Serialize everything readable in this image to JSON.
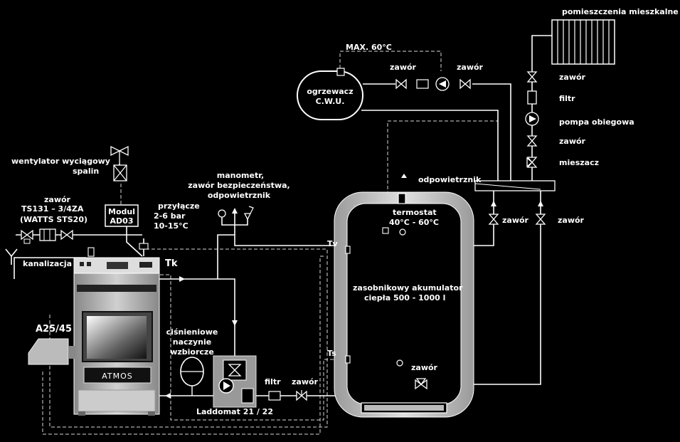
{
  "labels": {
    "rooms": "pomieszczenia mieszkalne",
    "max_temp": "MAX. 60°C",
    "valve_top_left": "zawór",
    "valve_top_right": "zawór",
    "heater_line1": "ogrzewacz",
    "heater_line2": "C.W.U.",
    "valve_right_1": "zawór",
    "filter_right": "filtr",
    "pump": "pompa obiegowa",
    "valve_right_2": "zawór",
    "mixer": "mieszacz",
    "vent": "odpowietrznik",
    "valve_mid": "zawór",
    "valve_far_right": "zawór",
    "thermostat_line1": "termostat",
    "thermostat_line2": "40°C - 60°C",
    "tv": "Tv",
    "ts": "Ts",
    "accumulator_line1": "zasobnikowy akumulator",
    "accumulator_line2": "ciepła 500 - 1000 l",
    "valve_bottom": "zawór",
    "fan_line1": "wentylator wyciągowy",
    "fan_line2": "spalin",
    "manometer_line1": "manometr,",
    "manometer_line2": "zawór bezpieczeństwa,",
    "manometer_line3": "odpowietrznik",
    "ts131_line1": "zawór",
    "ts131_line2": "TS131 – 3/4ZA",
    "ts131_line3": "(WATTS STS20)",
    "modul_line1": "Modul",
    "modul_line2": "AD03",
    "connection_line1": "przyłącze",
    "connection_line2": "2-6 bar",
    "connection_line3": "10-15°C",
    "drain": "kanalizacja",
    "tk": "Tk",
    "burner": "A25/45",
    "boiler_brand": "ATMOS",
    "vessel_line1": "ciśnieniowe",
    "vessel_line2": "naczynie",
    "vessel_line3": "wzbiorcze",
    "filter_bottom": "filtr",
    "valve_bottom_left": "zawór",
    "laddomat": "Laddomat 21 / 22"
  },
  "icons": [
    "radiator-icon",
    "valve-icon",
    "pump-icon",
    "filter-icon",
    "manometer-icon",
    "safety-valve-icon",
    "fan-icon",
    "drain-icon",
    "boiler-icon",
    "accumulator-tank-icon",
    "expansion-vessel-icon",
    "laddomat-icon",
    "mixer-icon"
  ],
  "colors": {
    "background": "#000000",
    "lines": "#ffffff",
    "tank": "#cccccc",
    "boiler": "#b8b8b8"
  }
}
